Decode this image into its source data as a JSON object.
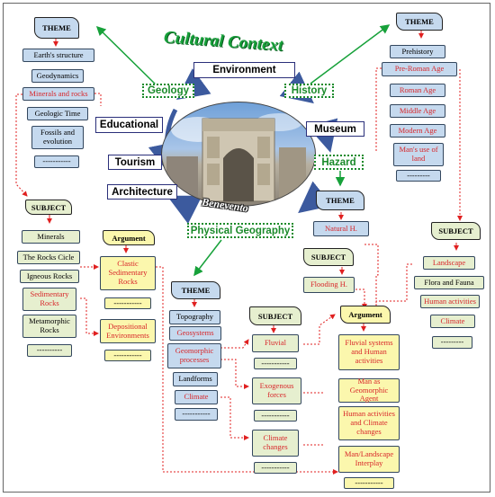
{
  "title": "Cultural Context",
  "photo_caption": "Benevento",
  "hubs": {
    "environment": "Environment",
    "geology": "Geology",
    "history": "History",
    "museum": "Museum",
    "hazard": "Hazard",
    "educational": "Educational",
    "tourism": "Tourism",
    "architecture": "Architecture",
    "physical_geography": "Physical Geography"
  },
  "geology": {
    "theme_tag": "THEME",
    "themes": [
      "Earth's structure",
      "Geodynamics",
      "Minerals and rocks",
      "Geologic Time",
      "Fossils and evolution",
      "-----------"
    ],
    "subject_tag": "SUBJECT",
    "subjects": [
      "Minerals",
      "The Rocks Cicle",
      "Igneous Rocks",
      "Sedimentary Rocks",
      "Metamorphic Rocks",
      "----------"
    ],
    "argument_tag": "Argument",
    "arguments": [
      "Clastic Sedimentary Rocks",
      "-----------",
      "Depositional Environments",
      "-----------"
    ]
  },
  "history": {
    "theme_tag": "THEME",
    "themes": [
      "Prehistory",
      "Pre-Roman Age",
      "Roman Age",
      "Middle Age",
      "Modern Age",
      "Man's use of land",
      "---------"
    ],
    "subject_tag": "SUBJECT",
    "subjects": [
      "Landscape",
      "Flora and Fauna",
      "Human activities",
      "Climate",
      "---------"
    ]
  },
  "hazard": {
    "theme_tag": "THEME",
    "theme": "Natural H.",
    "subject_tag": "SUBJECT",
    "subject": "Flooding H."
  },
  "physical_geography": {
    "theme_tag": "THEME",
    "themes": [
      "Topography",
      "Geosystems",
      "Geomorphic processes",
      "Landforms",
      "Climate",
      "-----------"
    ],
    "subject_tag": "SUBJECT",
    "subjects": [
      "Fluvial",
      "-----------",
      "Exogenous forces",
      "-----------",
      "Climate changes",
      "-----------"
    ],
    "argument_tag": "Argument",
    "arguments": [
      "Fluvial systems and Human activities",
      "Man as Geomorphic Agent",
      "Human activities and Climate changes",
      "Man/Landscape Interplay",
      "-----------"
    ]
  },
  "colors": {
    "highlight_text": "#d8262a",
    "theme_box": "#c5d9ee",
    "subject_box": "#e6efcf",
    "argument_box": "#fbf7ad",
    "green_arrow": "#17a13a",
    "red_connector": "#e02020"
  }
}
